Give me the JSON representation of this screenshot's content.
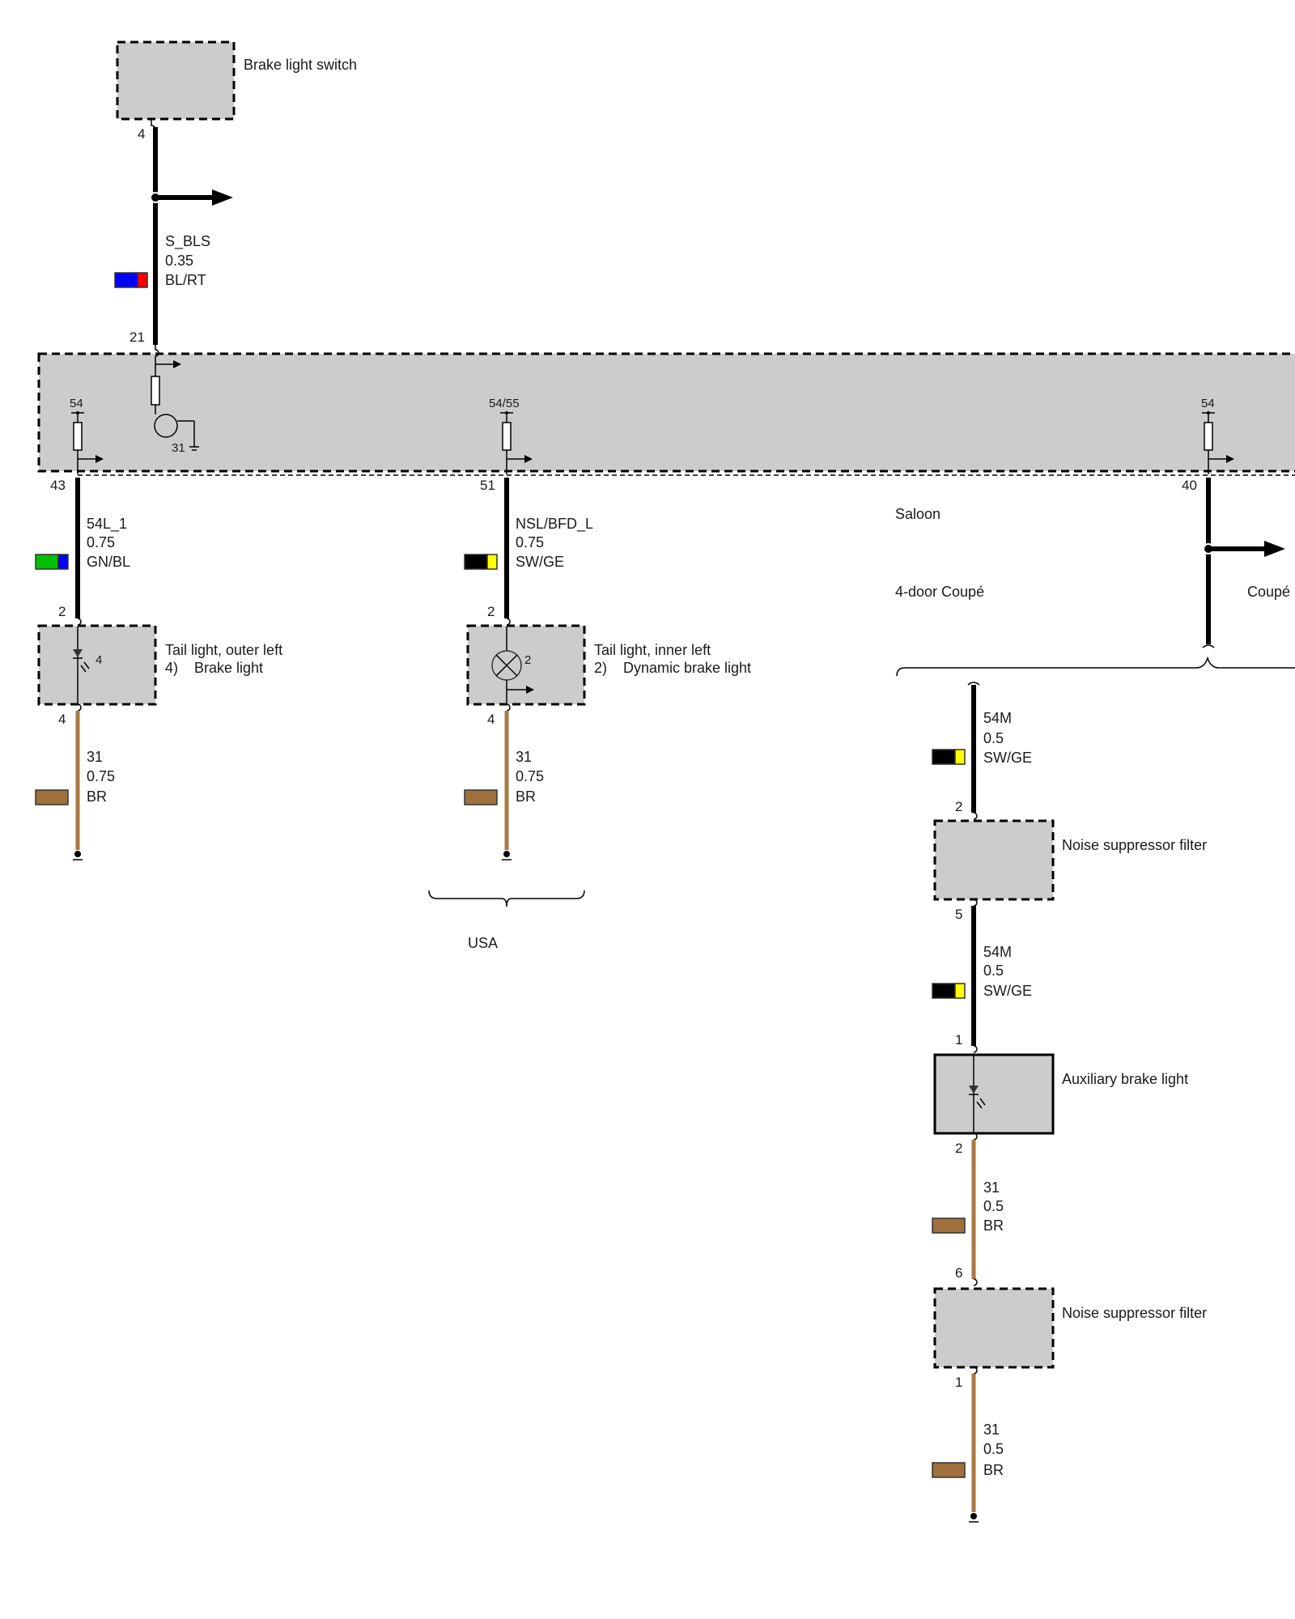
{
  "colors": {
    "BL": "#0000ff",
    "RT": "#ff0000",
    "GN": "#00c000",
    "SW": "#000000",
    "GE": "#ffff00",
    "BR": "#a0703c",
    "box_fill": "#cccccc"
  },
  "components": {
    "brake_light_switch": {
      "label": "Brake light switch",
      "pin": "4"
    },
    "control_unit": {
      "pin_in": "21",
      "internal_ground": "31",
      "outputs": [
        {
          "internal": "54",
          "pin": "43"
        },
        {
          "internal": "54/55",
          "pin": "51"
        },
        {
          "internal": "54",
          "pin": "40"
        }
      ]
    },
    "tail_light_outer_left": {
      "title": "Tail light, outer left",
      "sub_num": "4)",
      "sub_text": "Brake light",
      "element_num": "4",
      "pin_top": "2",
      "pin_bottom": "4"
    },
    "tail_light_inner_left": {
      "title": "Tail light, inner left",
      "sub_num": "2)",
      "sub_text": "Dynamic brake light",
      "element_num": "2",
      "pin_top": "2",
      "pin_bottom": "4"
    },
    "noise_filter_1": {
      "label": "Noise suppressor filter",
      "pin_top": "2",
      "pin_bottom": "5"
    },
    "aux_brake_light": {
      "label": "Auxiliary brake light",
      "pin_top": "1",
      "pin_bottom": "2"
    },
    "noise_filter_2": {
      "label": "Noise suppressor filter",
      "pin_top": "6",
      "pin_bottom": "1"
    }
  },
  "wires": {
    "s_bls": {
      "signal": "S_BLS",
      "gauge": "0.35",
      "color": "BL/RT"
    },
    "w54l1": {
      "signal": "54L_1",
      "gauge": "0.75",
      "color": "GN/BL"
    },
    "nsl": {
      "signal": "NSL/BFD_L",
      "gauge": "0.75",
      "color": "SW/GE"
    },
    "g1": {
      "signal": "31",
      "gauge": "0.75",
      "color": "BR"
    },
    "g2": {
      "signal": "31",
      "gauge": "0.75",
      "color": "BR"
    },
    "m1": {
      "signal": "54M",
      "gauge": "0.5",
      "color": "SW/GE"
    },
    "m2": {
      "signal": "54M",
      "gauge": "0.5",
      "color": "SW/GE"
    },
    "b1": {
      "signal": "31",
      "gauge": "0.5",
      "color": "BR"
    },
    "b2": {
      "signal": "31",
      "gauge": "0.5",
      "color": "BR"
    }
  },
  "variants": {
    "saloon": "Saloon",
    "four_door_coupe": "4-door Coupé",
    "coupe": "Coupé",
    "usa": "USA"
  }
}
